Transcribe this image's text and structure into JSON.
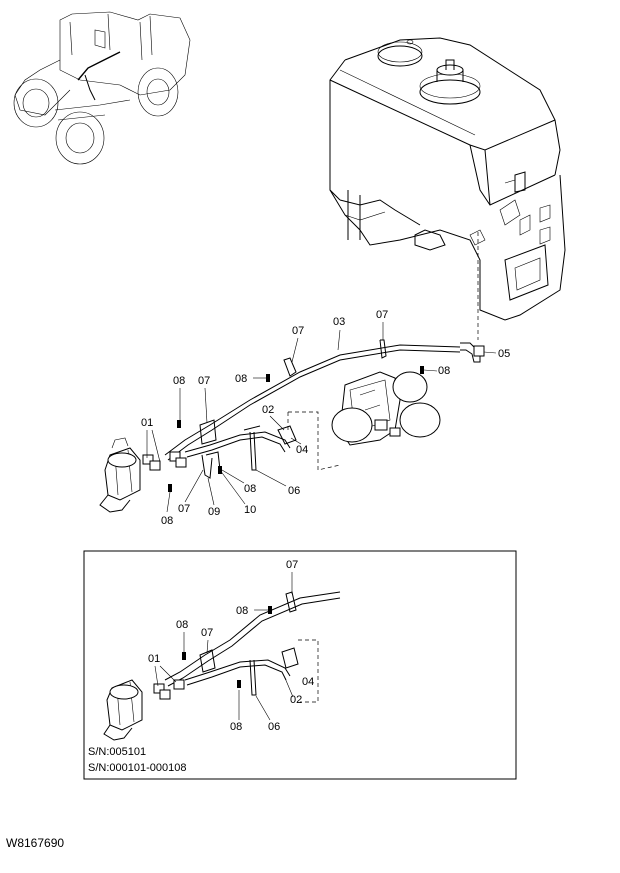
{
  "main_callouts": {
    "c03": "03",
    "c07_top_a": "07",
    "c07_top_b": "07",
    "c05": "05",
    "c08_a": "08",
    "c08_b": "08",
    "c08_c": "08",
    "c08_d": "08",
    "c08_e": "08",
    "c07_mid": "07",
    "c07_low": "07",
    "c02": "02",
    "c04": "04",
    "c01": "01",
    "c06": "06",
    "c09": "09",
    "c10": "10"
  },
  "inset": {
    "callouts": {
      "c07_top": "07",
      "c08_top": "08",
      "c08_left": "08",
      "c07_mid": "07",
      "c01": "01",
      "c04": "04",
      "c02": "02",
      "c08_bottom": "08",
      "c06": "06"
    },
    "serial_line_1": "S/N:005101",
    "serial_line_2": "S/N:000101-000108"
  },
  "document_code": "W8167690"
}
